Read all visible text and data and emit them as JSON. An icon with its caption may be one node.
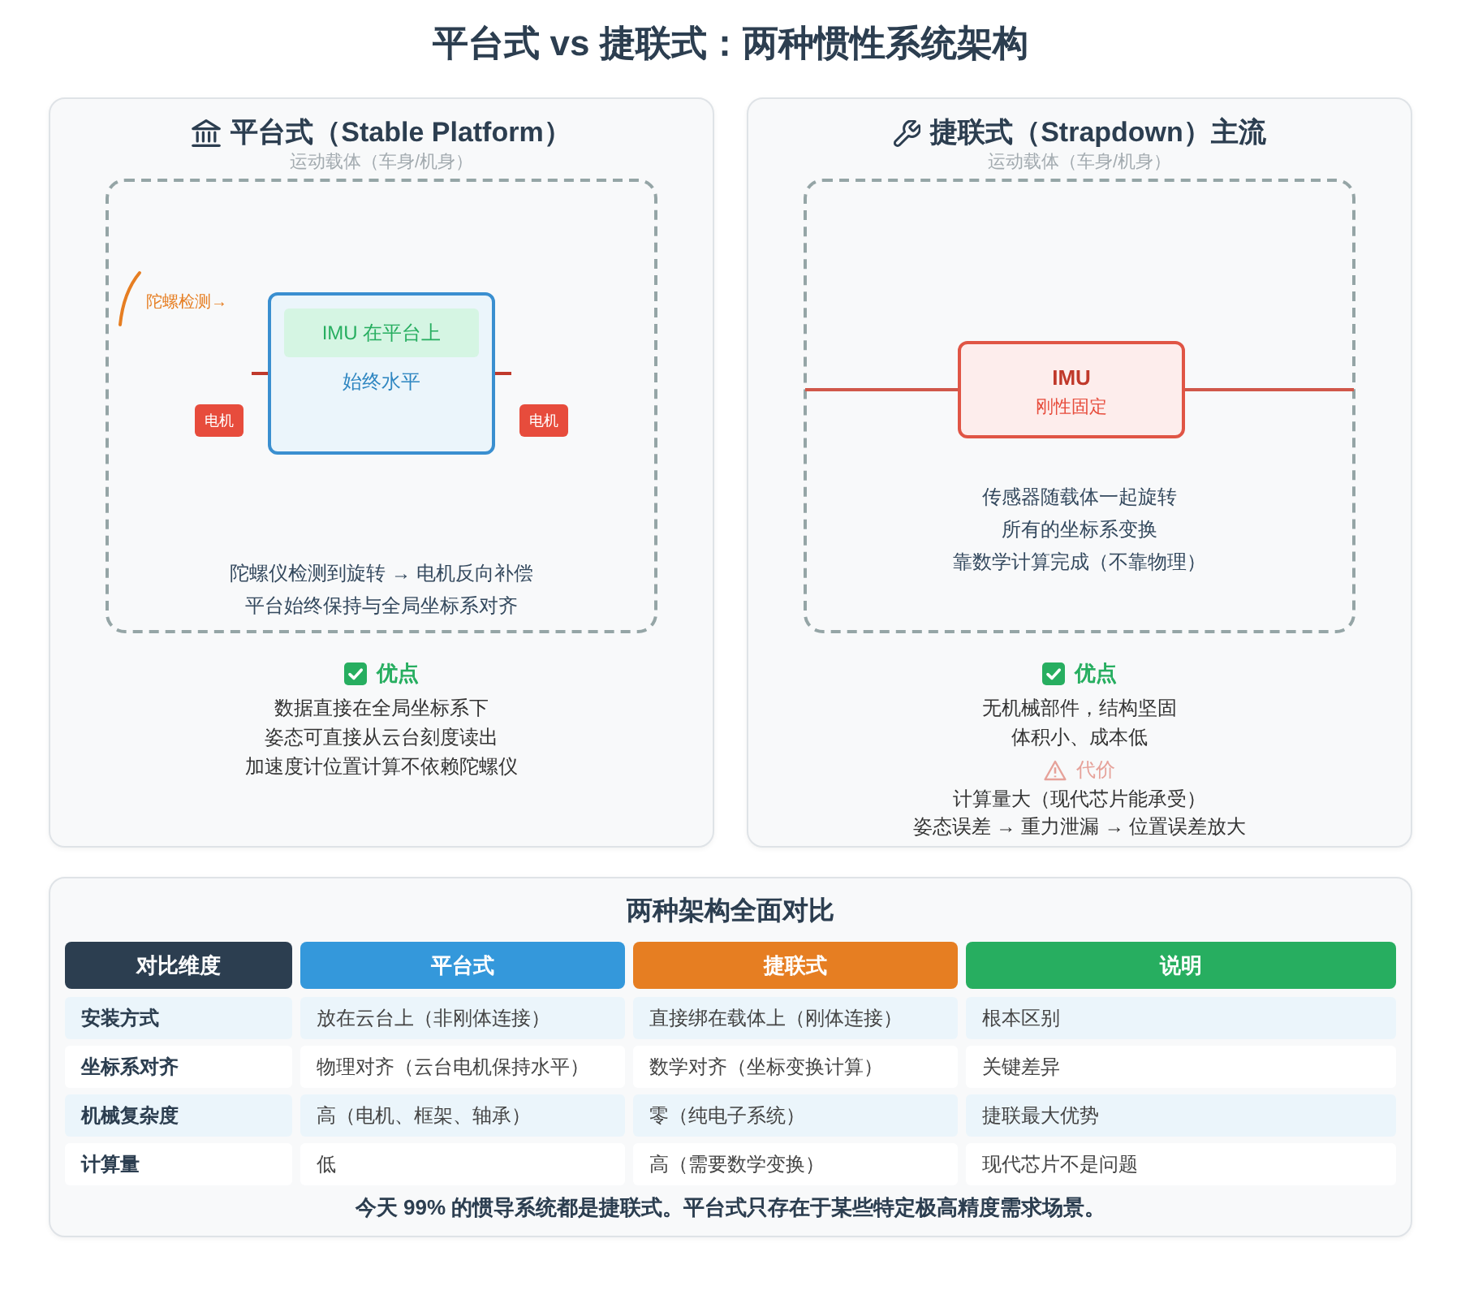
{
  "diagram": {
    "title": "平台式 vs 捷联式：两种惯性系统架构",
    "nodes": [
      {
        "text": [
          "平台式（Stable Platform）",
          "优点",
          "数据直接在全局坐标系下",
          "姿态可直接从云台刻度读出",
          "加速度计位置计算不依赖陀螺仪"
        ]
      },
      {
        "text": [
          "运动载体（车身/机身）",
          "陀螺仪检测到旋转 → 电机反向补偿",
          "平台始终保持与全局坐标系对齐"
        ],
        "in": 0
      },
      {
        "text": [
          "始终水平"
        ],
        "in": 1
      },
      {
        "text": [
          "IMU 在平台上"
        ],
        "in": 2
      },
      {
        "text": [
          "电机"
        ],
        "in": 1
      },
      {
        "text": [
          "电机"
        ],
        "in": 1
      },
      {
        "text": [
          "捷联式（Strapdown）主流",
          "优点",
          "无机械部件，结构坚固",
          "体积小、成本低",
          "代价",
          "计算量大（现代芯片能承受）",
          "姿态误差 → 重力泄漏 → 位置误差放大"
        ]
      },
      {
        "text": [
          "运动载体（车身/机身）",
          "传感器随载体一起旋转",
          "所有的坐标系变换",
          "靠数学计算完成（不靠物理）"
        ],
        "in": 6
      },
      {
        "text": [
          "IMU",
          "刚性固定"
        ],
        "in": 7
      },
      {
        "text": [
          "两种架构全面对比",
          "今天 99% 的惯导系统都是捷联式。平台式只存在于某些特定极高精度需求场景。"
        ]
      }
    ],
    "edges": [
      {
        "from": 7,
        "to": 8,
        "arrow": "none"
      },
      {
        "from": 8,
        "to": 7,
        "arrow": "none"
      }
    ],
    "labels": [
      "陀螺检测→",
      "对比维度",
      "平台式",
      "捷联式",
      "说明",
      "安装方式",
      "放在云台上（非刚体连接）",
      "直接绑在载体上（刚体连接）",
      "根本区别",
      "坐标系对齐",
      "物理对齐（云台电机保持水平）",
      "数学对齐（坐标变换计算）",
      "关键差异",
      "机械复杂度",
      "高（电机、框架、轴承）",
      "零（纯电子系统）",
      "捷联最大优势",
      "计算量",
      "低",
      "高（需要数学变换）",
      "现代芯片不是问题"
    ]
  }
}
